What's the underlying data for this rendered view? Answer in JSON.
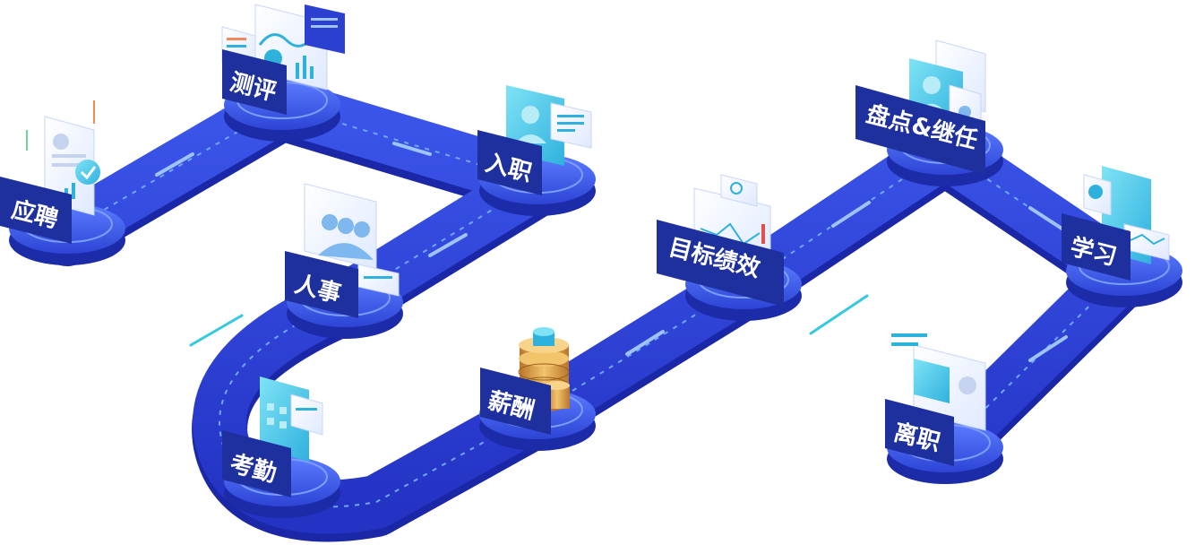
{
  "stages": [
    {
      "id": "recruit",
      "label": "应聘"
    },
    {
      "id": "assessment",
      "label": "测评"
    },
    {
      "id": "onboarding",
      "label": "入职"
    },
    {
      "id": "personnel",
      "label": "人事"
    },
    {
      "id": "attendance",
      "label": "考勤"
    },
    {
      "id": "salary",
      "label": "薪酬"
    },
    {
      "id": "performance",
      "label": "目标绩效"
    },
    {
      "id": "succession",
      "label": "盘点&继任"
    },
    {
      "id": "learning",
      "label": "学习"
    },
    {
      "id": "offboarding",
      "label": "离职"
    }
  ],
  "colors": {
    "road": "#2b3fd1",
    "road_edge": "#1a27a6",
    "road_dash": "#6ea8ff",
    "platform_top": "#3656e8",
    "platform_ring": "#4f75ff",
    "platform_side": "#1c2ba8",
    "sign": "#1e2f9e",
    "accent": "#27c6e0",
    "gold": "#d79a32"
  }
}
